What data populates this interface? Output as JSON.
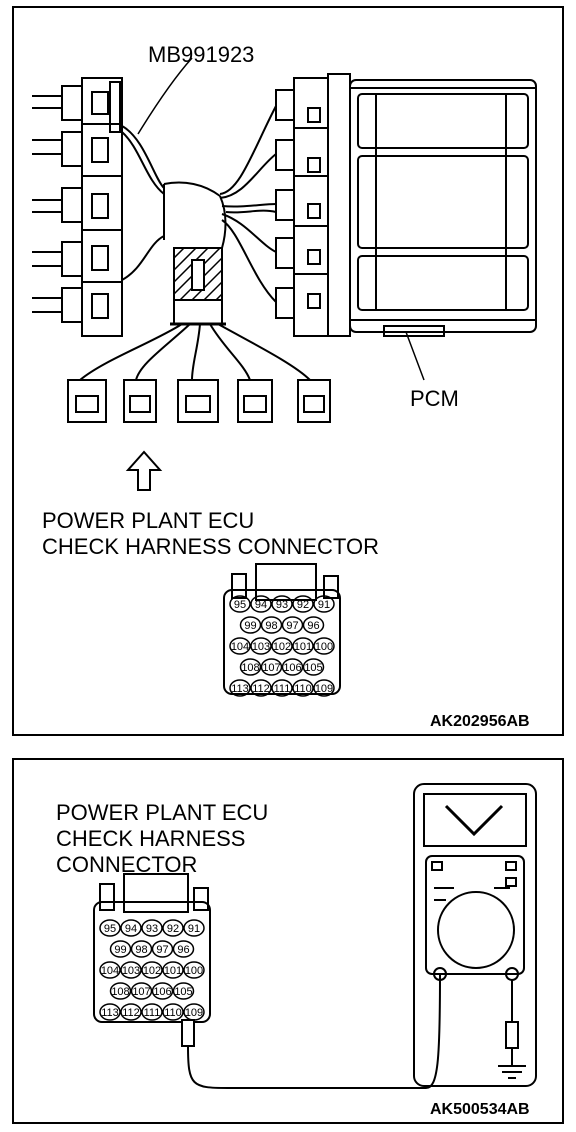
{
  "figure_top": {
    "tool_label": "MB991923",
    "pcm_label": "PCM",
    "connector_title": [
      "POWER PLANT ECU",
      "CHECK HARNESS CONNECTOR"
    ],
    "figure_code": "AK202956AB",
    "pin_rows": [
      [
        "95",
        "94",
        "93",
        "92",
        "91"
      ],
      [
        "99",
        "98",
        "97",
        "96"
      ],
      [
        "104",
        "103",
        "102",
        "101",
        "100"
      ],
      [
        "108",
        "107",
        "106",
        "105"
      ],
      [
        "113",
        "112",
        "111",
        "110",
        "109"
      ]
    ]
  },
  "figure_bottom": {
    "connector_title": [
      "POWER PLANT ECU",
      "CHECK HARNESS",
      "CONNECTOR"
    ],
    "figure_code": "AK500534AB",
    "pin_rows": [
      [
        "95",
        "94",
        "93",
        "92",
        "91"
      ],
      [
        "99",
        "98",
        "97",
        "96"
      ],
      [
        "104",
        "103",
        "102",
        "101",
        "100"
      ],
      [
        "108",
        "107",
        "106",
        "105"
      ],
      [
        "113",
        "112",
        "111",
        "110",
        "109"
      ]
    ]
  }
}
